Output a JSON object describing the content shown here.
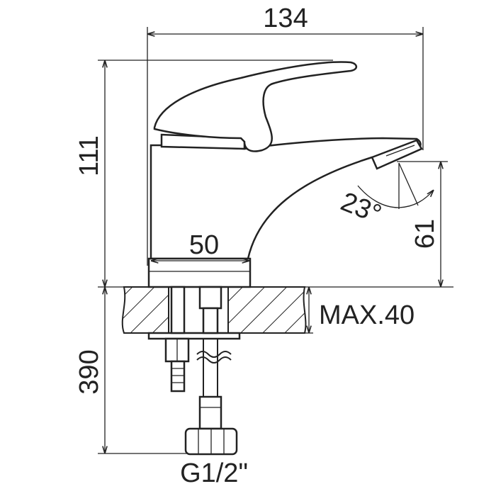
{
  "drawing": {
    "width_label": "134",
    "height_label": "111",
    "base_width_label": "50",
    "spout_height_label": "61",
    "angle_label": "23°",
    "max_thickness_label": "MAX.40",
    "hose_length_label": "390",
    "thread_label": "G1/2\""
  }
}
